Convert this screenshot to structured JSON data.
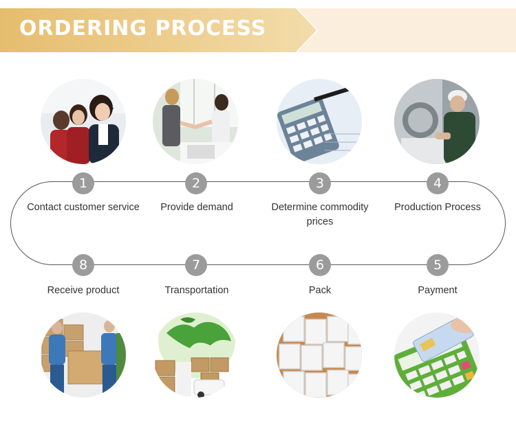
{
  "header": {
    "title": "ORDERING PROCESS"
  },
  "steps": [
    {
      "number": "1",
      "label": "Contact customer service"
    },
    {
      "number": "2",
      "label": "Provide demand"
    },
    {
      "number": "3",
      "label": "Determine commodity prices"
    },
    {
      "number": "4",
      "label": "Production Process"
    },
    {
      "number": "5",
      "label": "Payment"
    },
    {
      "number": "6",
      "label": "Pack"
    },
    {
      "number": "7",
      "label": "Transportation"
    },
    {
      "number": "8",
      "label": "Receive product"
    }
  ],
  "colors": {
    "banner_gradient_start": "#e9c277",
    "banner_gradient_end": "#f4dfae",
    "banner_tail": "#fbeedd",
    "step_circle": "#9b9b9b",
    "loop_stroke": "#555555"
  },
  "photos": [
    "call-center-agents-photo",
    "business-handshake-photo",
    "calculator-pen-photo",
    "factory-worker-photo",
    "card-payment-terminal-photo",
    "white-boxes-photo",
    "globe-delivery-photo",
    "movers-carrying-box-photo"
  ]
}
